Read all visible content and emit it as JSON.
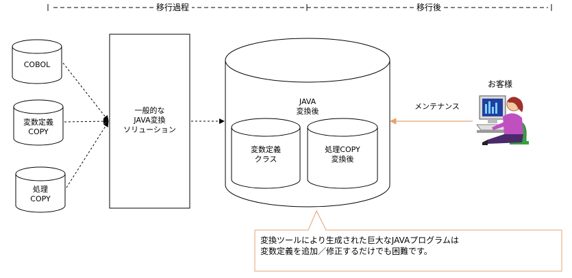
{
  "phases": {
    "migration_process": "移行過程",
    "after_migration": "移行後"
  },
  "sources": {
    "cobol": "COBOL",
    "variable_def_copy": [
      "変数定義",
      "COPY"
    ],
    "process_copy": [
      "処理",
      "COPY"
    ]
  },
  "solution_box": [
    "一般的な",
    "JAVA変換",
    "ソリューション"
  ],
  "java_db": {
    "label": [
      "JAVA",
      "変換後"
    ],
    "class_cylinder": [
      "変数定義",
      "クラス"
    ],
    "process_cylinder": [
      "処理COPY",
      "変換後"
    ]
  },
  "customer": {
    "label": "お客様",
    "maintenance": "メンテナンス"
  },
  "callout": {
    "line1": "変換ツールにより生成された巨大なJAVAプログラムは",
    "line2": "変数定義を追加／修正するだけでも困難です。"
  },
  "colors": {
    "maintenance_arrow": "#e8a070",
    "callout_border": "#e8a070",
    "person_top": "#c050c0",
    "chair": "#3aa040",
    "monitor": "#2040a0"
  }
}
